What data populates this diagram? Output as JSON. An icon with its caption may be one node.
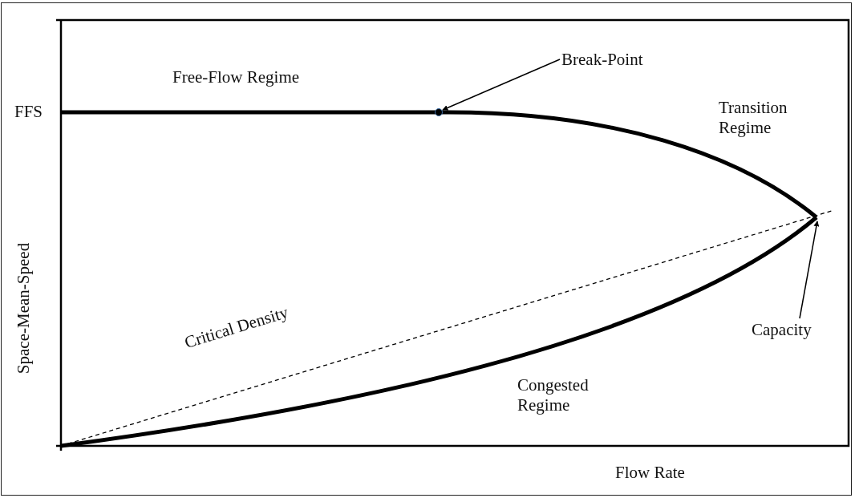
{
  "diagram": {
    "nodes": [
      {
        "text": [
          "Break-Point"
        ]
      },
      {
        "text": [],
        "shape": "circle"
      },
      {
        "text": [
          "Capacity"
        ]
      }
    ],
    "edges": [
      {
        "from": 0,
        "to": 1,
        "arrow": "to"
      },
      {
        "from": 2,
        "to": null,
        "arrow": "to"
      }
    ],
    "labels": [
      "Free-Flow Regime",
      "FFS",
      "Transition Regime",
      "Space-Mean-Speed",
      "Critical Density",
      "Congested Regime",
      "Flow Rate"
    ]
  }
}
